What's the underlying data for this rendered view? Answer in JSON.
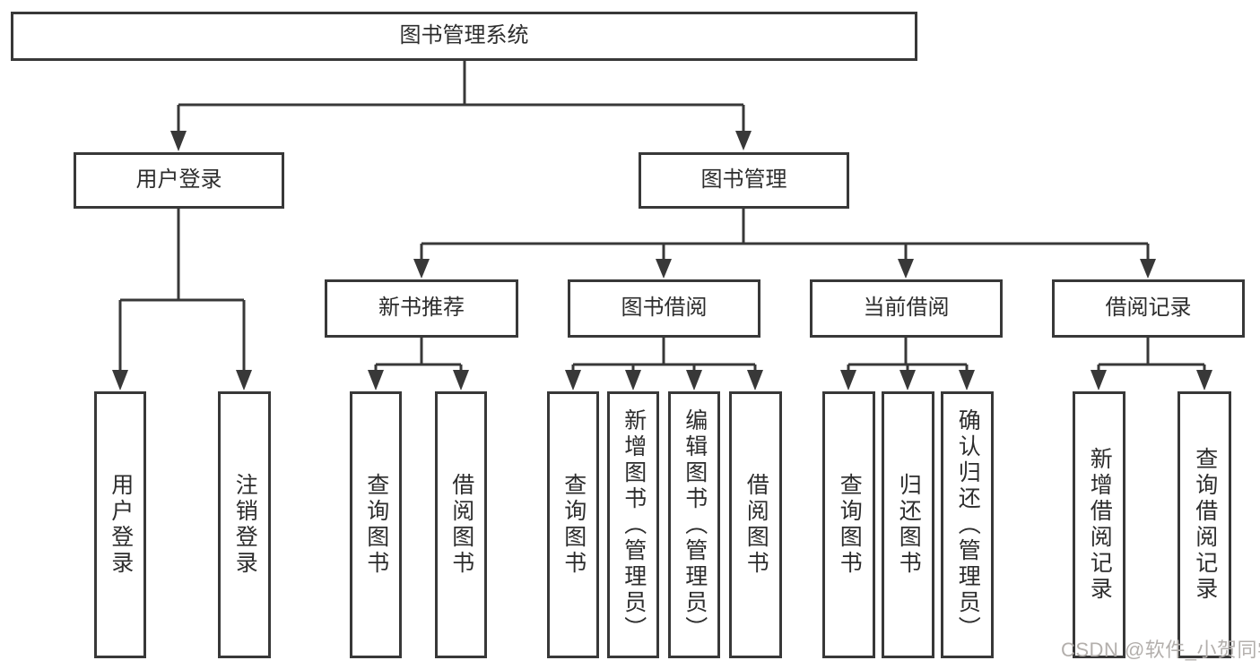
{
  "diagram_type": "tree",
  "root": {
    "label": "图书管理系统"
  },
  "branches": [
    {
      "label": "用户登录",
      "leaves": [
        {
          "label": "用户登录"
        },
        {
          "label": "注销登录"
        }
      ]
    },
    {
      "label": "图书管理",
      "sections": [
        {
          "label": "新书推荐",
          "leaves": [
            {
              "label": "查询图书"
            },
            {
              "label": "借阅图书"
            }
          ]
        },
        {
          "label": "图书借阅",
          "leaves": [
            {
              "label": "查询图书"
            },
            {
              "label": "新增图书（管理员）"
            },
            {
              "label": "编辑图书（管理员）"
            },
            {
              "label": "借阅图书"
            }
          ]
        },
        {
          "label": "当前借阅",
          "leaves": [
            {
              "label": "查询图书"
            },
            {
              "label": "归还图书"
            },
            {
              "label": "确认归还（管理员）"
            }
          ]
        },
        {
          "label": "借阅记录",
          "leaves": [
            {
              "label": "新增借阅记录"
            },
            {
              "label": "查询借阅记录"
            }
          ]
        }
      ]
    }
  ],
  "watermark": "CSDN @软件_小贺同学",
  "colors": {
    "line": "#383838",
    "box_border": "#383838",
    "box_background": "#ffffff",
    "text": "#2d2d2d",
    "watermark": "#b3afac"
  }
}
